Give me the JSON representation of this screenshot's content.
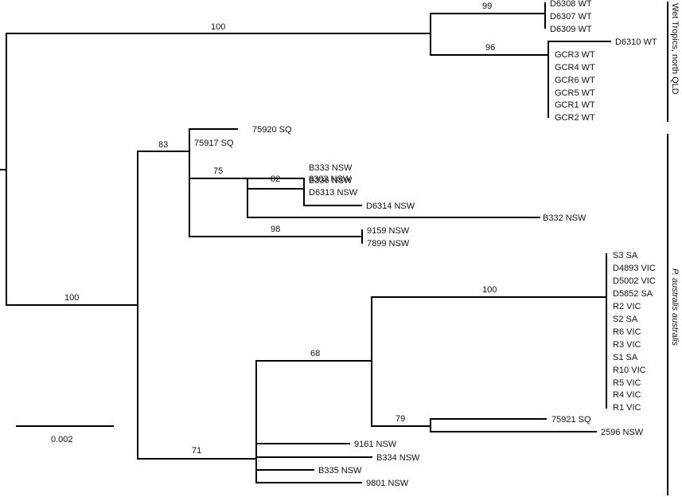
{
  "scale_bar": {
    "label": "0.002"
  },
  "clade_labels": {
    "north": "Wet Tropics, north QLD",
    "south": "P. australis australis"
  },
  "bootstrap": {
    "n_top": "100",
    "n_d6308": "99",
    "n_gcr": "96",
    "n_south": "100",
    "n_75917": "83",
    "n_75": "75",
    "n_82": "82",
    "n_98": "98",
    "n_71": "71",
    "n_68": "68",
    "n_sa": "100",
    "n_79": "79"
  },
  "taxa": {
    "D6308": "D6308 WT",
    "D6307": "D6307 WT",
    "D6309": "D6309 WT",
    "D6310": "D6310 WT",
    "GCR3": "GCR3 WT",
    "GCR4": "GCR4 WT",
    "GCR6": "GCR6 WT",
    "GCR5": "GCR5 WT",
    "GCR1": "GCR1 WT",
    "GCR2": "GCR2 WT",
    "t75920": "75920 SQ",
    "t75917": "75917 SQ",
    "t8303": "8303 NSW",
    "B333": "B333 NSW",
    "B336": "B336 NSW",
    "D6313": "D6313 NSW",
    "D6314": "D6314 NSW",
    "B332": "B332 NSW",
    "t9159": "9159 NSW",
    "t7899": "7899 NSW",
    "S3": "S3 SA",
    "D4893": "D4893 VIC",
    "D5002": "D5002 VIC",
    "D5852": "D5852 SA",
    "R2": "R2 VIC",
    "S2": "S2 SA",
    "R6": "R6 VIC",
    "R3": "R3 VIC",
    "S1": "S1 SA",
    "R10": "R10 VIC",
    "R5": "R5 VIC",
    "R4": "R4 VIC",
    "R1": "R1 VIC",
    "t75921": "75921 SQ",
    "t2596": "2596 NSW",
    "t9161": "9161 NSW",
    "B334": "B334 NSW",
    "B335": "B335 NSW",
    "t9801": "9801 NSW"
  }
}
